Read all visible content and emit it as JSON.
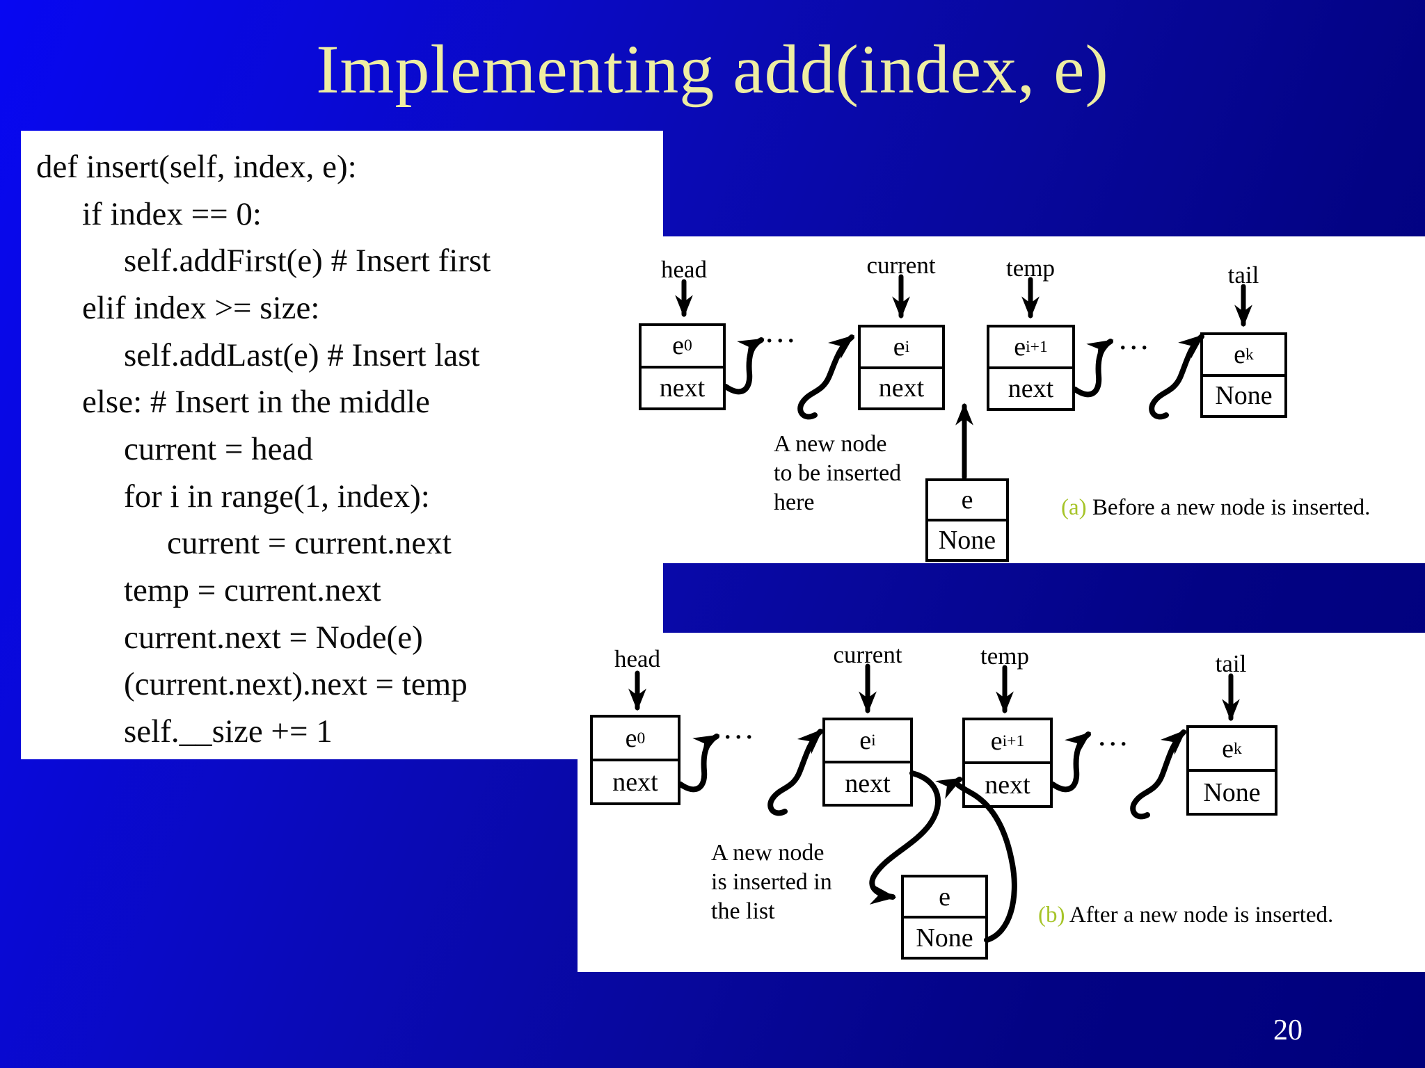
{
  "slide": {
    "title": "Implementing add(index, e)",
    "page_number": "20"
  },
  "colors": {
    "background_bright": "#0707f2",
    "background_dark": "#00007c",
    "title_text": "#eeeda2",
    "caption_tag_accent": "#a6c428",
    "panel": "#ffffff",
    "diagram_ink": "#000000"
  },
  "code": {
    "lines": [
      "def insert(self, index, e):",
      "if index == 0:",
      "self.addFirst(e) # Insert first",
      "elif index >= size:",
      "self.addLast(e) # Insert last",
      "else: # Insert in the middle",
      "current = head",
      "for i in range(1, index):",
      "current = current.next",
      "temp = current.next",
      "current.next = Node(e)",
      "(current.next).next = temp",
      "self.__size += 1"
    ]
  },
  "diagram_a": {
    "labels": {
      "head": "head",
      "current": "current",
      "temp": "temp",
      "tail": "tail"
    },
    "nodes": [
      {
        "top_base": "e",
        "top_sub": "0",
        "bottom": "next"
      },
      {
        "top_base": "e",
        "top_sub": "i",
        "bottom": "next"
      },
      {
        "top_base": "e",
        "top_sub": "i+1",
        "bottom": "next"
      },
      {
        "top_base": "e",
        "top_sub": "k",
        "bottom": "None"
      }
    ],
    "new_node": {
      "top_base": "e",
      "top_sub": "",
      "bottom": "None"
    },
    "dots": "...",
    "annotation_lines": [
      "A new node",
      "to be inserted",
      "here"
    ],
    "caption_tag": "(a)",
    "caption_text": " Before a new node is inserted."
  },
  "diagram_b": {
    "labels": {
      "head": "head",
      "current": "current",
      "temp": "temp",
      "tail": "tail"
    },
    "nodes": [
      {
        "top_base": "e",
        "top_sub": "0",
        "bottom": "next"
      },
      {
        "top_base": "e",
        "top_sub": "i",
        "bottom": "next"
      },
      {
        "top_base": "e",
        "top_sub": "i+1",
        "bottom": "next"
      },
      {
        "top_base": "e",
        "top_sub": "k",
        "bottom": "None"
      }
    ],
    "new_node": {
      "top_base": "e",
      "top_sub": "",
      "bottom": "None"
    },
    "dots": "...",
    "annotation_lines": [
      "A new node",
      "is inserted in",
      "the list"
    ],
    "caption_tag": "(b)",
    "caption_text": " After a new node is inserted."
  }
}
